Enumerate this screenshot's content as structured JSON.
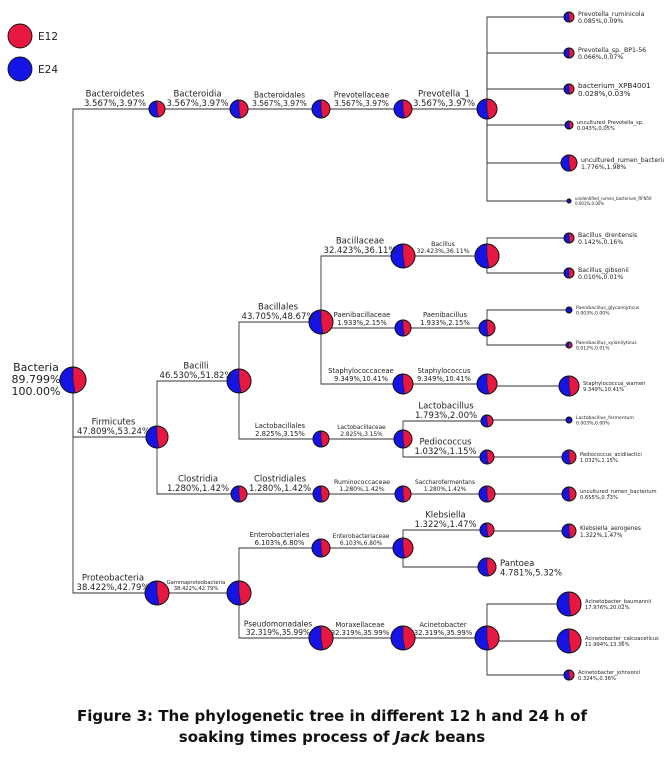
{
  "legend": [
    {
      "label": "E12",
      "color": "#e8173f"
    },
    {
      "label": "E24",
      "color": "#1414e6"
    }
  ],
  "caption": {
    "line1": "Figure 3: The phylogenetic tree in different 12 h and 24 h of",
    "line2_prefix": "soaking times process of ",
    "line2_italic": "Jack",
    "line2_suffix": " beans"
  },
  "nodes": [
    {
      "id": "bacteria",
      "name": "Bacteria",
      "value": "89.799%",
      "value2": "100.00%",
      "e12": 89.799,
      "e24": 100.0
    },
    {
      "id": "bacteroidetes",
      "name": "Bacteroidetes",
      "value": "3.567%,3.97%",
      "e12": 3.567,
      "e24": 3.97
    },
    {
      "id": "bacteroidia",
      "name": "Bacteroidia",
      "value": "3.567%,3.97%",
      "e12": 3.567,
      "e24": 3.97
    },
    {
      "id": "bacteroidales",
      "name": "Bacteroidales",
      "value": "3.567%,3.97%",
      "e12": 3.567,
      "e24": 3.97
    },
    {
      "id": "prevotellaceae",
      "name": "Prevotellaceae",
      "value": "3.567%,3.97%",
      "e12": 3.567,
      "e24": 3.97
    },
    {
      "id": "prevotella1",
      "name": "Prevotella_1",
      "value": "3.567%,3.97%",
      "e12": 3.567,
      "e24": 3.97
    },
    {
      "id": "p_ruminicola",
      "name": "Prevotella_ruminicola",
      "value": "0.085%,0.09%",
      "e12": 0.085,
      "e24": 0.09
    },
    {
      "id": "p_sp",
      "name": "Prevotella_sp._BP1-56",
      "value": "0.066%,0.07%",
      "e12": 0.066,
      "e24": 0.07
    },
    {
      "id": "b_xpb",
      "name": "bacterium_XPB4001",
      "value": "0.028%,0.03%",
      "e12": 0.028,
      "e24": 0.03
    },
    {
      "id": "uncult_prev",
      "name": "uncultured_Prevotella_sp.",
      "value": "0.043%,0.05%",
      "e12": 0.043,
      "e24": 0.05
    },
    {
      "id": "uncult_rumen1",
      "name": "uncultured_rumen_bacterium",
      "value": "1.776%,1.98%",
      "e12": 1.776,
      "e24": 1.98
    },
    {
      "id": "unident_rumen",
      "name": "unidentified_rumen_bacterium_RFN59",
      "value": "0.001%,0.00%",
      "e12": 0.001,
      "e24": 0.0
    },
    {
      "id": "firmicutes",
      "name": "Firmicutes",
      "value": "47.809%,53.24%",
      "e12": 47.809,
      "e24": 53.24
    },
    {
      "id": "bacilli",
      "name": "Bacilli",
      "value": "46.530%,51.82%",
      "e12": 46.53,
      "e24": 51.82
    },
    {
      "id": "bacillales",
      "name": "Bacillales",
      "value": "43.705%,48.67%",
      "e12": 43.705,
      "e24": 48.67
    },
    {
      "id": "bacillaceae",
      "name": "Bacillaceae",
      "value": "32.423%,36.11%",
      "e12": 32.423,
      "e24": 36.11
    },
    {
      "id": "bacillus",
      "name": "Bacillus",
      "value": "32.423%,36.11%",
      "e12": 32.423,
      "e24": 36.11
    },
    {
      "id": "b_drent",
      "name": "Bacillus_drentensis",
      "value": "0.142%,0.16%",
      "e12": 0.142,
      "e24": 0.16
    },
    {
      "id": "b_gibs",
      "name": "Bacillus_gibsonii",
      "value": "0.010%,0.01%",
      "e12": 0.01,
      "e24": 0.01
    },
    {
      "id": "paenibacillaceae",
      "name": "Paenibacillaceae",
      "value": "1.933%,2.15%",
      "e12": 1.933,
      "e24": 2.15
    },
    {
      "id": "paenibacillus",
      "name": "Paenibacillus",
      "value": "1.933%,2.15%",
      "e12": 1.933,
      "e24": 2.15
    },
    {
      "id": "p_glyc",
      "name": "Paenibacillus_glycanilyticus",
      "value": "0.003%,0.00%",
      "e12": 0.003,
      "e24": 0.0
    },
    {
      "id": "p_xyl",
      "name": "Paenibacillus_xylanilyticus",
      "value": "0.012%,0.01%",
      "e12": 0.012,
      "e24": 0.01
    },
    {
      "id": "staphylococcaceae",
      "name": "Staphylococcaceae",
      "value": "9.349%,10.41%",
      "e12": 9.349,
      "e24": 10.41
    },
    {
      "id": "staphylococcus",
      "name": "Staphylococcus",
      "value": "9.349%,10.41%",
      "e12": 9.349,
      "e24": 10.41
    },
    {
      "id": "s_warneri",
      "name": "Staphylococcus_warneri",
      "value": "9.349%,10.41%",
      "e12": 9.349,
      "e24": 10.41
    },
    {
      "id": "lactobacillales",
      "name": "Lactobacillales",
      "value": "2.825%,3.15%",
      "e12": 2.825,
      "e24": 3.15
    },
    {
      "id": "lactobacillaceae",
      "name": "Lactobacillaceae",
      "value": "2.825%,3.15%",
      "e12": 2.825,
      "e24": 3.15
    },
    {
      "id": "lactobacillus",
      "name": "Lactobacillus",
      "value": "1.793%,2.00%",
      "e12": 1.793,
      "e24": 2.0
    },
    {
      "id": "l_ferm",
      "name": "Lactobacillus_fermentum",
      "value": "0.003%,0.00%",
      "e12": 0.003,
      "e24": 0.0
    },
    {
      "id": "pediococcus",
      "name": "Pediococcus",
      "value": "1.032%,1.15%",
      "e12": 1.032,
      "e24": 1.15
    },
    {
      "id": "p_acid",
      "name": "Pediococcus_acidilactici",
      "value": "1.032%,1.15%",
      "e12": 1.032,
      "e24": 1.15
    },
    {
      "id": "clostridia",
      "name": "Clostridia",
      "value": "1.280%,1.42%",
      "e12": 1.28,
      "e24": 1.42
    },
    {
      "id": "clostridiales",
      "name": "Clostridiales",
      "value": "1.280%,1.42%",
      "e12": 1.28,
      "e24": 1.42
    },
    {
      "id": "ruminococcaceae",
      "name": "Ruminococcaceae",
      "value": "1.280%,1.42%",
      "e12": 1.28,
      "e24": 1.42
    },
    {
      "id": "saccharofermentans",
      "name": "Saccharofermentans",
      "value": "1.280%,1.42%",
      "e12": 1.28,
      "e24": 1.42
    },
    {
      "id": "uncult_rumen2",
      "name": "uncultured_rumen_bacterium",
      "value": "0.655%,0.73%",
      "e12": 0.655,
      "e24": 0.73
    },
    {
      "id": "proteobacteria",
      "name": "Proteobacteria",
      "value": "38.422%,42.79%",
      "e12": 38.422,
      "e24": 42.79
    },
    {
      "id": "gammaproteobacteria",
      "name": "Gammaproteobacteria",
      "value": "38.422%,42.79%",
      "e12": 38.422,
      "e24": 42.79
    },
    {
      "id": "enterobacteriales",
      "name": "Enterobacteriales",
      "value": "6.103%,6.80%",
      "e12": 6.103,
      "e24": 6.8
    },
    {
      "id": "enterobacteriaceae",
      "name": "Enterobacteriaceae",
      "value": "6.103%,6.80%",
      "e12": 6.103,
      "e24": 6.8
    },
    {
      "id": "klebsiella",
      "name": "Klebsiella",
      "value": "1.322%,1.47%",
      "e12": 1.322,
      "e24": 1.47
    },
    {
      "id": "k_aero",
      "name": "Klebsiella_aerogenes",
      "value": "1.322%,1.47%",
      "e12": 1.322,
      "e24": 1.47
    },
    {
      "id": "pantoea",
      "name": "Pantoea",
      "value": "4.781%,5.32%",
      "e12": 4.781,
      "e24": 5.32
    },
    {
      "id": "pseudomonadales",
      "name": "Pseudomonadales",
      "value": "32.319%,35.99%",
      "e12": 32.319,
      "e24": 35.99
    },
    {
      "id": "moraxellaceae",
      "name": "Moraxellaceae",
      "value": "32.319%,35.99%",
      "e12": 32.319,
      "e24": 35.99
    },
    {
      "id": "acinetobacter",
      "name": "Acinetobacter",
      "value": "32.319%,35.99%",
      "e12": 32.319,
      "e24": 35.99
    },
    {
      "id": "a_baum",
      "name": "Acinetobacter_baumannii",
      "value": "17.976%,20.02%",
      "e12": 17.976,
      "e24": 20.02
    },
    {
      "id": "a_calco",
      "name": "Acinetobacter_calcoaceticus",
      "value": "11.994%,13.36%",
      "e12": 11.994,
      "e24": 13.36
    },
    {
      "id": "a_john",
      "name": "Acinetobacter_johnsonii",
      "value": "0.324%,0.36%",
      "e12": 0.324,
      "e24": 0.36
    }
  ]
}
